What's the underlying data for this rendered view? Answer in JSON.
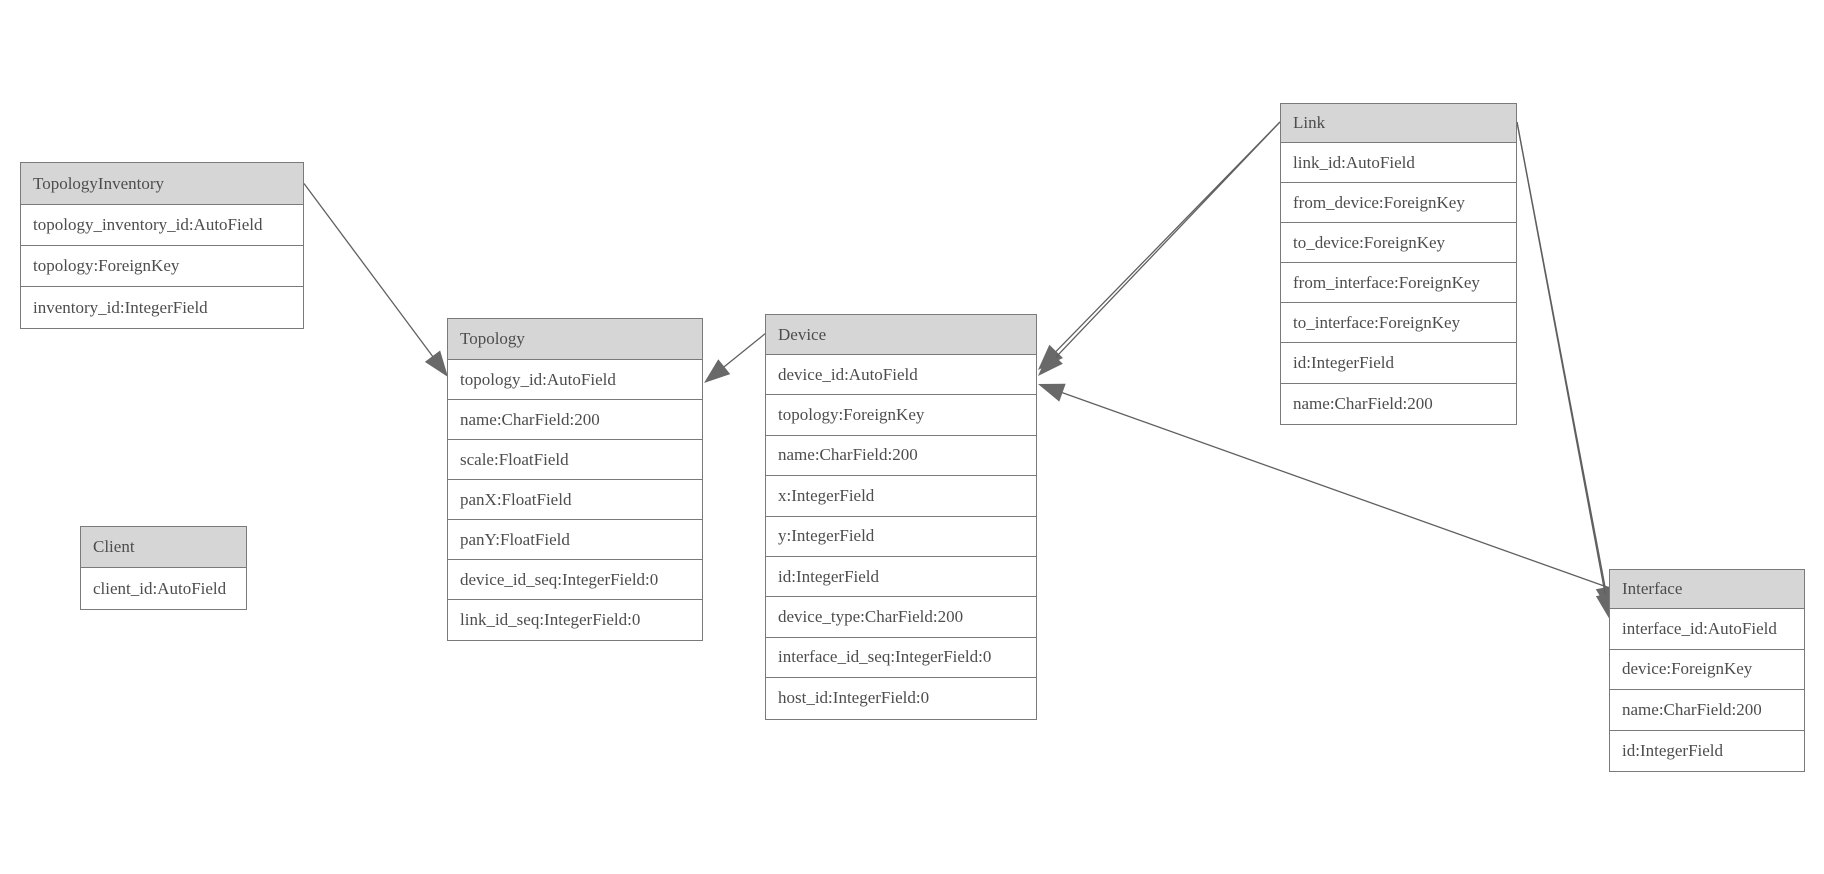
{
  "diagram": {
    "background_color": "#ffffff",
    "colors": {
      "header_fill": "#d6d6d6",
      "border": "#7a7a7a",
      "text": "#4d4d4d",
      "edge_line": "#5f5f5f",
      "arrowhead_fill": "#696969"
    },
    "tables": [
      {
        "id": "TopologyInventory",
        "title": "TopologyInventory",
        "fields": [
          "topology_inventory_id:AutoField",
          "topology:ForeignKey",
          "inventory_id:IntegerField"
        ]
      },
      {
        "id": "Topology",
        "title": "Topology",
        "fields": [
          "topology_id:AutoField",
          "name:CharField:200",
          "scale:FloatField",
          "panX:FloatField",
          "panY:FloatField",
          "device_id_seq:IntegerField:0",
          "link_id_seq:IntegerField:0"
        ]
      },
      {
        "id": "Client",
        "title": "Client",
        "fields": [
          "client_id:AutoField"
        ]
      },
      {
        "id": "Device",
        "title": "Device",
        "fields": [
          "device_id:AutoField",
          "topology:ForeignKey",
          "name:CharField:200",
          "x:IntegerField",
          "y:IntegerField",
          "id:IntegerField",
          "device_type:CharField:200",
          "interface_id_seq:IntegerField:0",
          "host_id:IntegerField:0"
        ]
      },
      {
        "id": "Link",
        "title": "Link",
        "fields": [
          "link_id:AutoField",
          "from_device:ForeignKey",
          "to_device:ForeignKey",
          "from_interface:ForeignKey",
          "to_interface:ForeignKey",
          "id:IntegerField",
          "name:CharField:200"
        ]
      },
      {
        "id": "Interface",
        "title": "Interface",
        "fields": [
          "interface_id:AutoField",
          "device:ForeignKey",
          "name:CharField:200",
          "id:IntegerField"
        ]
      }
    ],
    "relations": [
      {
        "from_table": "TopologyInventory",
        "from_field": "topology",
        "to_table": "Topology"
      },
      {
        "from_table": "Device",
        "from_field": "topology",
        "to_table": "Topology"
      },
      {
        "from_table": "Link",
        "from_field": "from_device",
        "to_table": "Device"
      },
      {
        "from_table": "Link",
        "from_field": "to_device",
        "to_table": "Device"
      },
      {
        "from_table": "Link",
        "from_field": "from_interface",
        "to_table": "Interface"
      },
      {
        "from_table": "Link",
        "from_field": "to_interface",
        "to_table": "Interface"
      },
      {
        "from_table": "Interface",
        "from_field": "device",
        "to_table": "Device"
      }
    ]
  }
}
